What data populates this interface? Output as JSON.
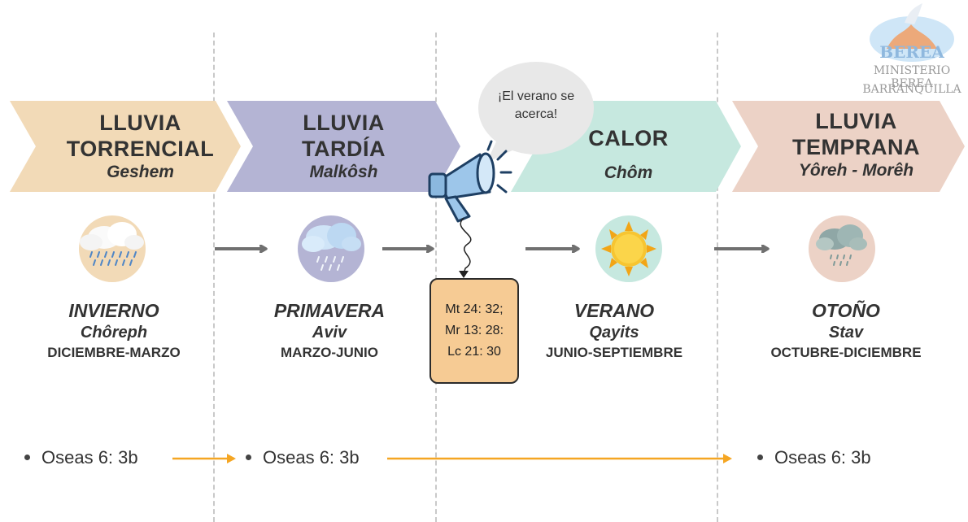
{
  "sections": [
    {
      "title1": "LLUVIA",
      "title2": "TORRENCIAL",
      "hebrew": "Geshem",
      "color": "#f2dab7",
      "season": "INVIERNO",
      "season_hebrew": "Chôreph",
      "months": "DICIEMBRE-MARZO",
      "icon": "heavy-rain-cloud-icon"
    },
    {
      "title1": "LLUVIA",
      "title2": "TARDÍA",
      "hebrew": "Malkôsh",
      "color": "#b4b4d4",
      "season": "PRIMAVERA",
      "season_hebrew": "Aviv",
      "months": "MARZO-JUNIO",
      "icon": "rain-cloud-icon"
    },
    {
      "title1": "CALOR",
      "title2": "",
      "hebrew": "Chôm",
      "color": "#c6e8df",
      "season": "VERANO",
      "season_hebrew": "Qayits",
      "months": "JUNIO-SEPTIEMBRE",
      "icon": "sun-icon"
    },
    {
      "title1": "LLUVIA",
      "title2": "TEMPRANA",
      "hebrew": "Yôreh - Morêh",
      "color": "#ecd2c6",
      "season": "OTOÑO",
      "season_hebrew": "Stav",
      "months": "OCTUBRE-DICIEMBRE",
      "icon": "drizzle-cloud-icon"
    }
  ],
  "bubble": {
    "text": "¡El verano se acerca!"
  },
  "references": [
    "Mt 24: 32;",
    "Mr 13: 28:",
    "Lc 21: 30"
  ],
  "bullets": [
    "Oseas 6: 3b",
    "Oseas 6: 3b",
    "Oseas 6: 3b"
  ],
  "logo": {
    "brand": "BEREA",
    "line1": "MINISTERIO BEREA",
    "line2": "BARRANQUILLA"
  },
  "colors": {
    "arrow_gray": "#707070",
    "arrow_orange": "#f5a623",
    "box": "#f6cb94"
  }
}
